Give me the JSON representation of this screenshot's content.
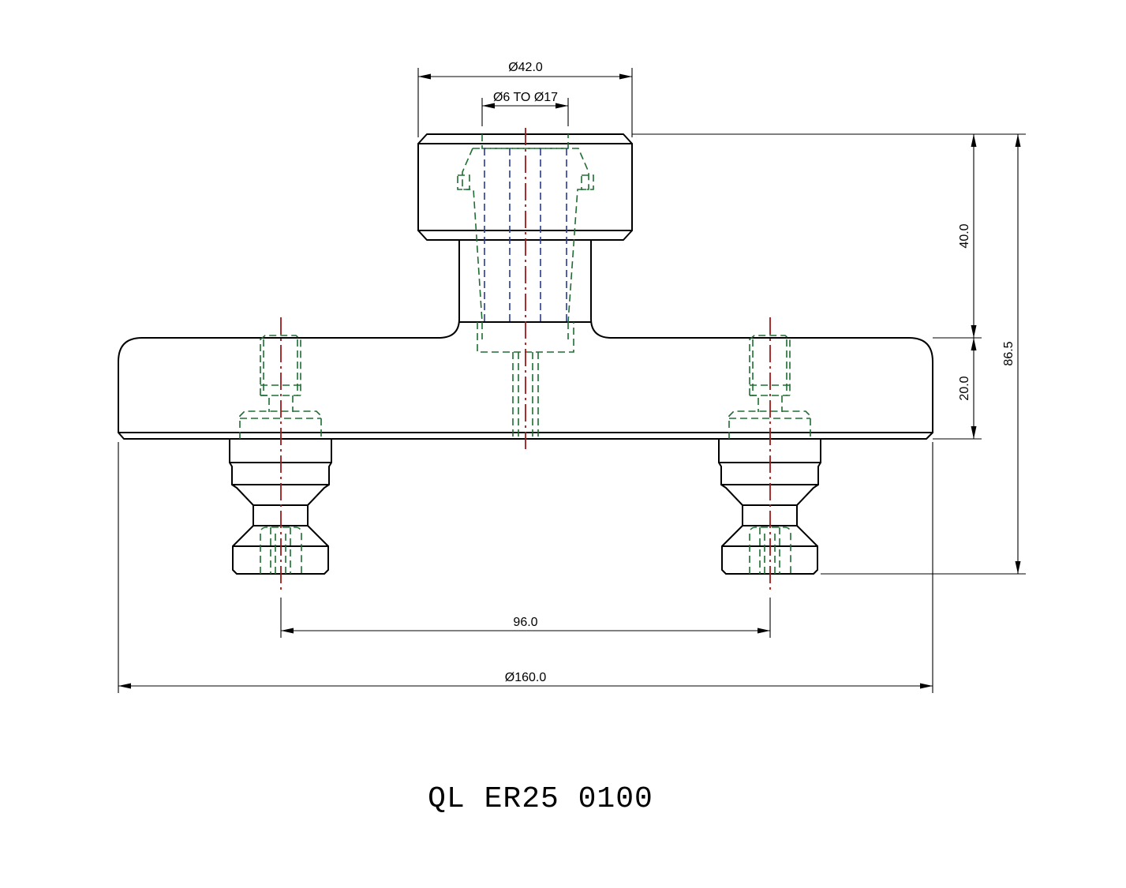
{
  "drawing": {
    "title": "QL ER25 0100",
    "dimensions": {
      "top_diameter": "Ø42.0",
      "collet_range": "Ø6 TO Ø17",
      "head_height": "40.0",
      "flange_height": "20.0",
      "overall_height": "86.5",
      "pin_spacing": "96.0",
      "flange_diameter": "Ø160.0"
    },
    "colors": {
      "outline": "#000000",
      "hidden_lines_green": "#1e6e32",
      "hidden_lines_blue": "#2a3a8c",
      "center_lines": "#a01818"
    }
  }
}
